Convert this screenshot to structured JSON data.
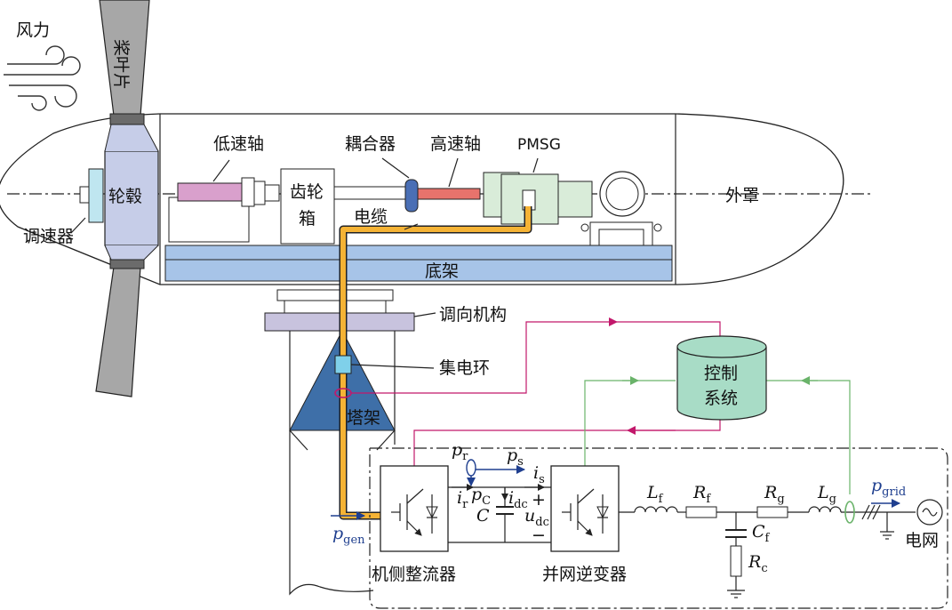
{
  "labels": {
    "wind": "风力",
    "blade": "桨叶片",
    "hub": "轮毂",
    "governor": "调速器",
    "low_speed_shaft": "低速轴",
    "gearbox_1": "齿轮",
    "gearbox_2": "箱",
    "coupler": "耦合器",
    "high_speed_shaft": "高速轴",
    "pmsg": "PMSG",
    "cover": "外罩",
    "cable": "电缆",
    "frame": "底架",
    "yaw": "调向机构",
    "slip_ring": "集电环",
    "tower": "塔架",
    "control_1": "控制",
    "control_2": "系统",
    "rectifier": "机侧整流器",
    "inverter": "并网逆变器",
    "grid": "电网"
  },
  "symbols": {
    "p_r": {
      "main": "p",
      "sub": "r"
    },
    "p_s": {
      "main": "p",
      "sub": "s"
    },
    "i_s": {
      "main": "i",
      "sub": "s"
    },
    "i_r": {
      "main": "i",
      "sub": "r"
    },
    "p_C": {
      "main": "p",
      "sub": "C"
    },
    "i_dc": {
      "main": "i",
      "sub": "dc"
    },
    "u_dc": {
      "main": "u",
      "sub": "dc"
    },
    "plus": "+",
    "minus": "−",
    "C": "C",
    "L_f": {
      "main": "L",
      "sub": "f"
    },
    "R_f": {
      "main": "R",
      "sub": "f"
    },
    "R_g": {
      "main": "R",
      "sub": "g"
    },
    "L_g": {
      "main": "L",
      "sub": "g"
    },
    "C_f": {
      "main": "C",
      "sub": "f"
    },
    "R_c": {
      "main": "R",
      "sub": "c"
    },
    "p_gen": {
      "main": "p",
      "sub": "gen"
    },
    "p_grid": {
      "main": "p",
      "sub": "grid"
    }
  },
  "colors": {
    "cable": "#f5b335",
    "hub": "#c6cde8",
    "low_shaft": "#d9a0cc",
    "high_shaft": "#e8736c",
    "coupler": "#4a6fb5",
    "frame": "#a7c4e8",
    "yaw": "#c8c3de",
    "tower": "#3e6fa8",
    "control": "#a8dcc6",
    "pmsg": "#d9ecd9",
    "slip_ring": "#7fd0ea",
    "magenta_line": "#c2186b",
    "green_line": "#6ab36a",
    "blue_arrow": "#1f3f8f"
  }
}
